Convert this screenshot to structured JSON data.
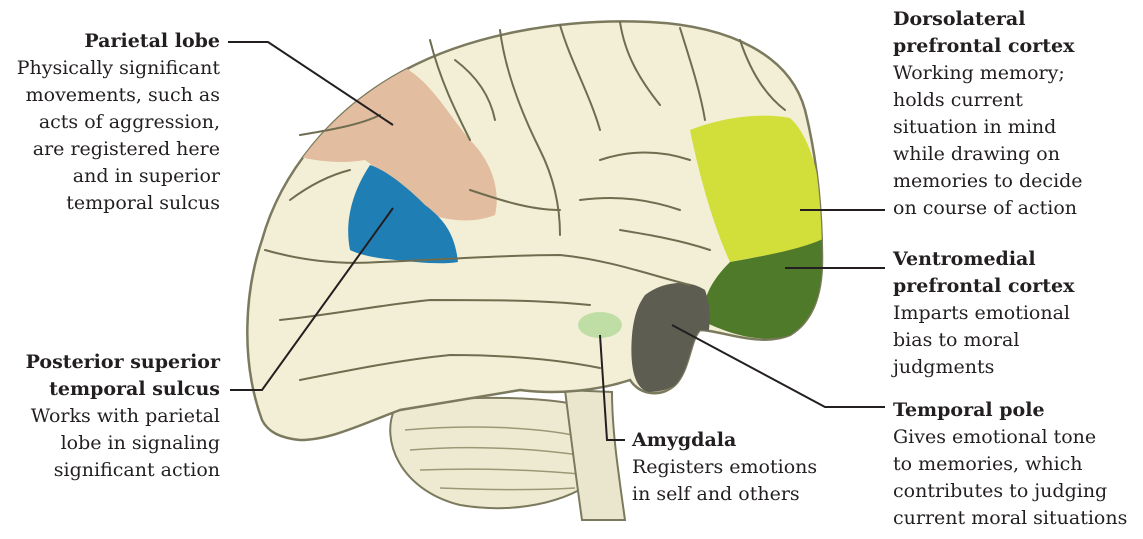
{
  "colors": {
    "background": "#ffffff",
    "brain_base": "#f3efd6",
    "brain_outline": "#7b7a5e",
    "parietal": "#e2bda0",
    "posterior_sts": "#1f7fb5",
    "dorsolateral": "#d2df3b",
    "ventromedial": "#4f7a2a",
    "temporal_pole": "#5d5d52",
    "amygdala": "#b9dca0",
    "leader": "#231f20"
  },
  "labels": {
    "parietal": {
      "title": "Parietal lobe",
      "lines": [
        "Physically significant",
        "movements, such as",
        "acts of aggression,",
        "are registered here",
        "and in superior",
        "temporal sulcus"
      ]
    },
    "posterior_sts": {
      "title_lines": [
        "Posterior superior",
        "temporal sulcus"
      ],
      "lines": [
        "Works with parietal",
        "lobe in signaling",
        "significant action"
      ]
    },
    "dlpfc": {
      "title_lines": [
        "Dorsolateral",
        "prefrontal cortex"
      ],
      "lines": [
        "Working memory;",
        "holds current",
        "situation in mind",
        "while drawing on",
        "memories to decide",
        "on course of action"
      ]
    },
    "vmpfc": {
      "title_lines": [
        "Ventromedial",
        "prefrontal cortex"
      ],
      "lines": [
        "Imparts emotional",
        "bias to moral",
        "judgments"
      ]
    },
    "temporal_pole": {
      "title": "Temporal pole",
      "lines": [
        "Gives emotional tone",
        "to memories, which",
        "contributes to judging",
        "current moral situations"
      ]
    },
    "amygdala": {
      "title": "Amygdala",
      "lines": [
        "Registers emotions",
        "in self and others"
      ]
    }
  }
}
